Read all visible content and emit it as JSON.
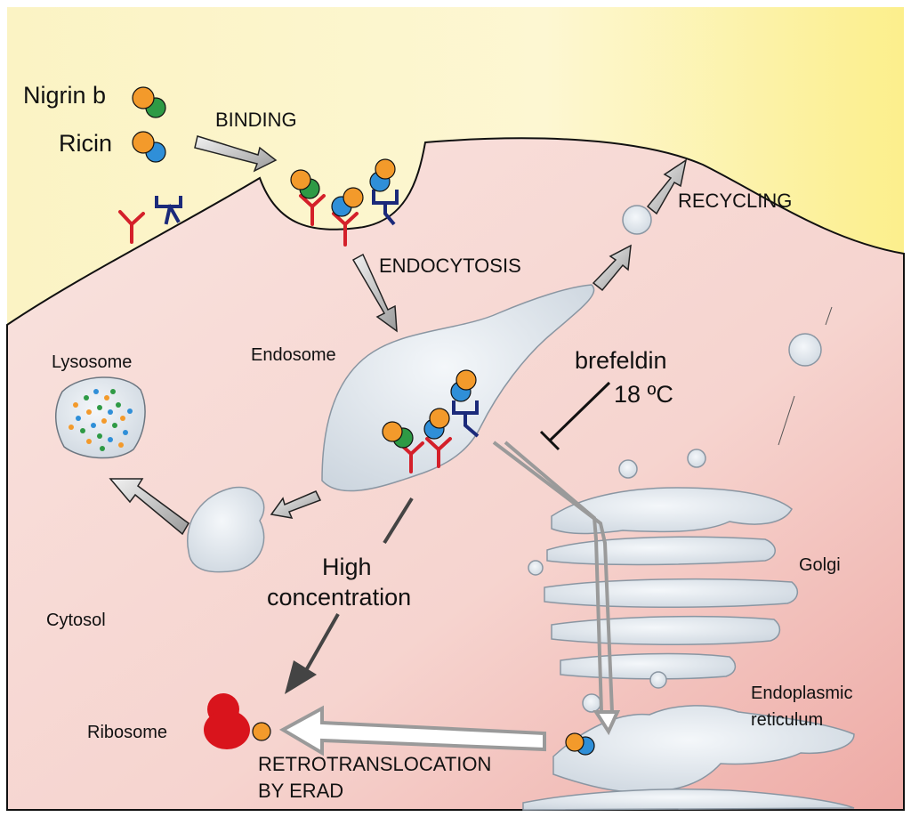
{
  "toxins": {
    "nigrin_b": "Nigrin b",
    "ricin": "Ricin"
  },
  "steps": {
    "binding": "BINDING",
    "endocytosis": "ENDOCYTOSIS",
    "recycling": "RECYCLING",
    "retrotranslocation_line1": "RETROTRANSLOCATION",
    "retrotranslocation_line2": "BY ERAD"
  },
  "compartments": {
    "endosome": "Endosome",
    "lysosome": "Lysosome",
    "cytosol": "Cytosol",
    "golgi": "Golgi",
    "er_line1": "Endoplasmic",
    "er_line2": "reticulum",
    "ribosome": "Ribosome"
  },
  "inhibitors": {
    "brefeldin": "brefeldin",
    "temperature": "18 ºC"
  },
  "high_concentration_line1": "High",
  "high_concentration_line2": "concentration",
  "colors": {
    "toxin_a_chain": "#f39a2b",
    "nigrin_b_chain": "#2e9a45",
    "ricin_b_chain": "#2f8fd8",
    "receptor_red": "#d4202a",
    "receptor_blue": "#1b2a7a",
    "ribosome": "#d9141c",
    "organelle_fill": "#dce3ea",
    "extracellular": "#fdf5c0",
    "cytoplasm": "#f8dcd8"
  }
}
